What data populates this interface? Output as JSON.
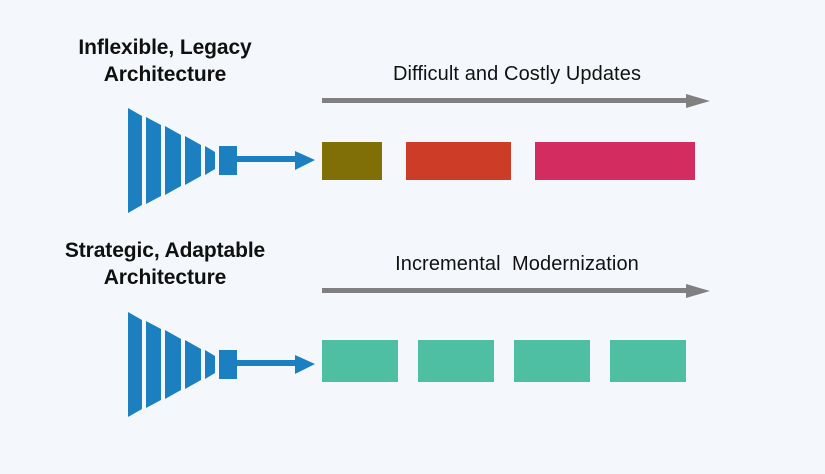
{
  "page": {
    "background_color": "#f4f8fc",
    "title": "Inflexible Legacy vs Strategic Adaptable Architecture"
  },
  "palette": {
    "funnel_blue": "#1b7fc0",
    "arrow_gray": "#808080",
    "text_dark": "#101010",
    "background": "#f4f8fc"
  },
  "rows": [
    {
      "id": "legacy",
      "label_line1": "Inflexible, Legacy",
      "label_line2": "Architecture",
      "caption": "Difficult and Costly Updates",
      "funnel_icon": "funnel-with-arrow-icon",
      "progress_arrow_icon": "right-arrow-icon",
      "bars": [
        {
          "name": "bar-olive",
          "color": "#7f6f06",
          "width": 60
        },
        {
          "name": "bar-red",
          "color": "#cc3c26",
          "width": 105
        },
        {
          "name": "bar-crimson",
          "color": "#d32c61",
          "width": 160
        }
      ]
    },
    {
      "id": "adaptive",
      "label_line1": "Strategic, Adaptable",
      "label_line2": "Architecture",
      "caption": "Incremental  Modernization",
      "funnel_icon": "funnel-with-arrow-icon",
      "progress_arrow_icon": "right-arrow-icon",
      "bars": [
        {
          "name": "bar-teal-1",
          "color": "#4ebfa3",
          "width": 76
        },
        {
          "name": "bar-teal-2",
          "color": "#4ebfa3",
          "width": 76
        },
        {
          "name": "bar-teal-3",
          "color": "#4ebfa3",
          "width": 76
        },
        {
          "name": "bar-teal-4",
          "color": "#4ebfa3",
          "width": 76
        }
      ]
    }
  ]
}
